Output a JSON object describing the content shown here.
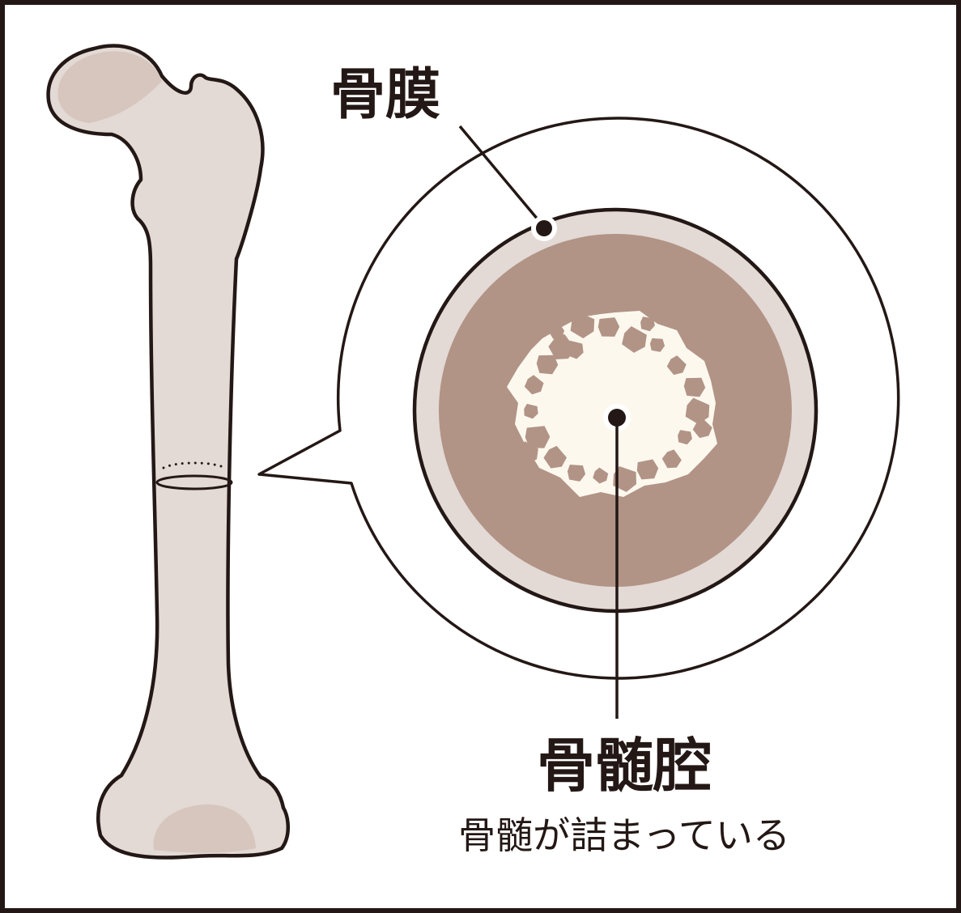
{
  "labels": {
    "periosteum": "骨膜",
    "marrow_cavity": "骨髄腔",
    "marrow_cavity_note": "骨髄が詰まっている"
  },
  "colors": {
    "outline": "#231815",
    "bone_fill": "#e3d9d5",
    "bone_shade": "#d6c6bd",
    "cortex_ring": "#e3d9d5",
    "compact_bone": "#b19486",
    "marrow": "#fdf8ee",
    "background": "#ffffff"
  }
}
